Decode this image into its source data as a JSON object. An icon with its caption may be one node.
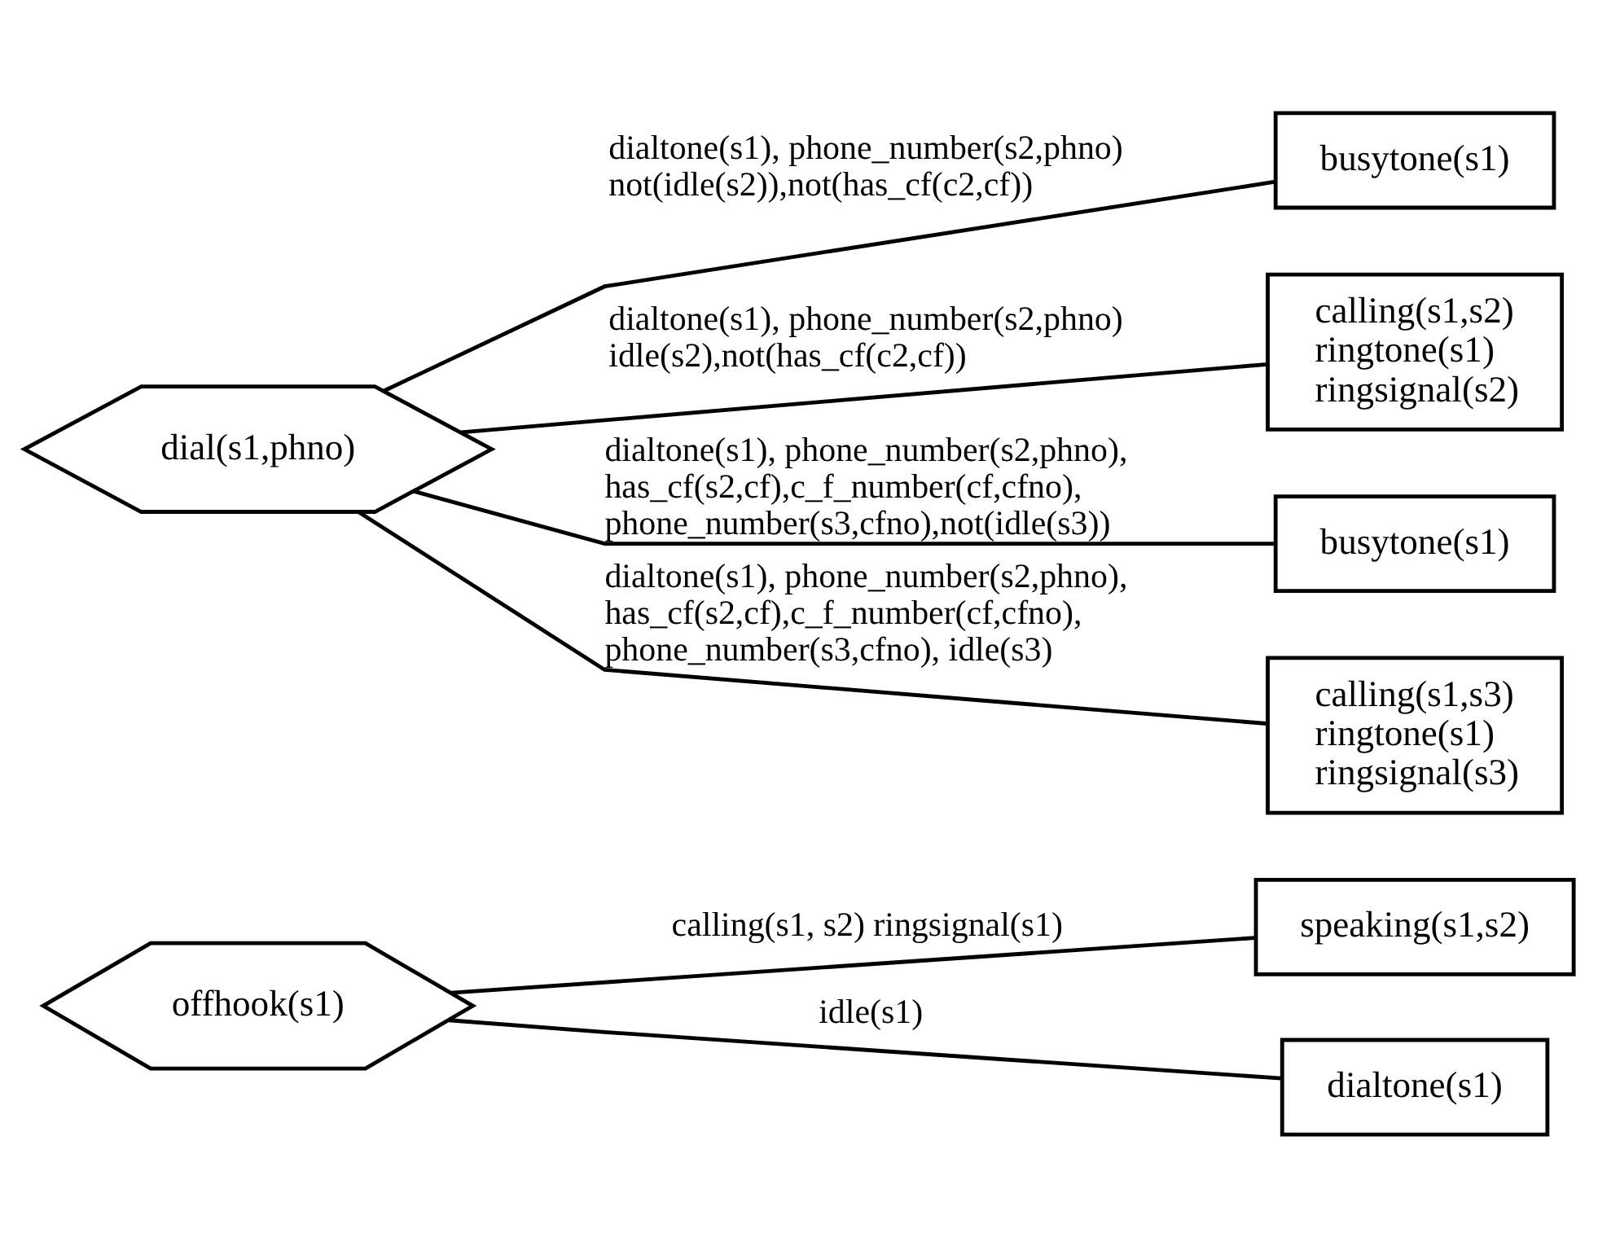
{
  "diagram": {
    "nodes": [
      {
        "text": [
          "offhook(s1)"
        ]
      },
      {
        "text": [
          "speaking(s1,s2)"
        ]
      },
      {
        "text": [
          "dialtone(s1)"
        ]
      },
      {
        "text": [
          "dial(s1,phno)"
        ]
      },
      {
        "text": [
          "busytone(s1)"
        ]
      },
      {
        "text": [
          "calling(s1,s2)",
          "ringtone(s1)",
          "ringsignal(s2)"
        ]
      },
      {
        "text": [
          "busytone(s1)"
        ]
      },
      {
        "text": [
          "calling(s1,s3)",
          "ringtone(s1)",
          "ringsignal(s3)"
        ]
      }
    ],
    "edges": [
      {
        "from": 0,
        "to": 1,
        "arrow": "none",
        "label": "calling(s1, s2) ringsignal(s1)"
      },
      {
        "from": 0,
        "to": 2,
        "arrow": "none",
        "label": "idle(s1)"
      },
      {
        "from": 3,
        "to": 4,
        "arrow": "none",
        "label": "dialtone(s1), phone_number(s2,phno) not(idle(s2)),not(has_cf(c2,cf))"
      },
      {
        "from": 3,
        "to": 5,
        "arrow": "none",
        "label": "dialtone(s1), phone_number(s2,phno) idle(s2),not(has_cf(c2,cf))"
      },
      {
        "from": 3,
        "to": 6,
        "arrow": "none",
        "label": "dialtone(s1), phone_number(s2,phno), has_cf(s2,cf),c_f_number(cf,cfno), phone_number(s3,cfno),not(idle(s3))"
      },
      {
        "from": 3,
        "to": 7,
        "arrow": "none",
        "label": "dialtone(s1), phone_number(s2,phno), has_cf(s2,cf),c_f_number(cf,cfno), phone_number(s3,cfno), idle(s3)"
      }
    ]
  }
}
